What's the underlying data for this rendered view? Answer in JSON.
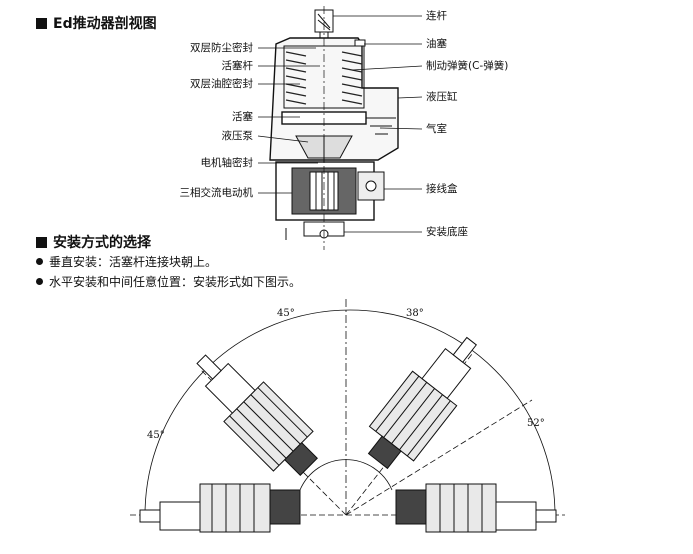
{
  "section1": {
    "title": "Ed推动器剖视图"
  },
  "section2": {
    "title": "安装方式的选择",
    "bullets": [
      "垂直安装：活塞杆连接块朝上。",
      "水平安装和中间任意位置：安装形式如下图示。"
    ]
  },
  "left_labels": [
    "双层防尘密封",
    "活塞杆",
    "双层油腔密封",
    "活塞",
    "液压泵",
    "电机轴密封",
    "三相交流电动机"
  ],
  "right_labels": [
    "连杆",
    "油塞",
    "制动弹簧(C-弹簧)",
    "液压缸",
    "气室",
    "接线盒",
    "安装底座"
  ],
  "angles": {
    "top_left": "45°",
    "top_right": "38°",
    "left": "45°",
    "right": "52°"
  },
  "colors": {
    "line": "#111111",
    "fill_dark": "#555555",
    "fill_light": "#f2f2f2"
  }
}
